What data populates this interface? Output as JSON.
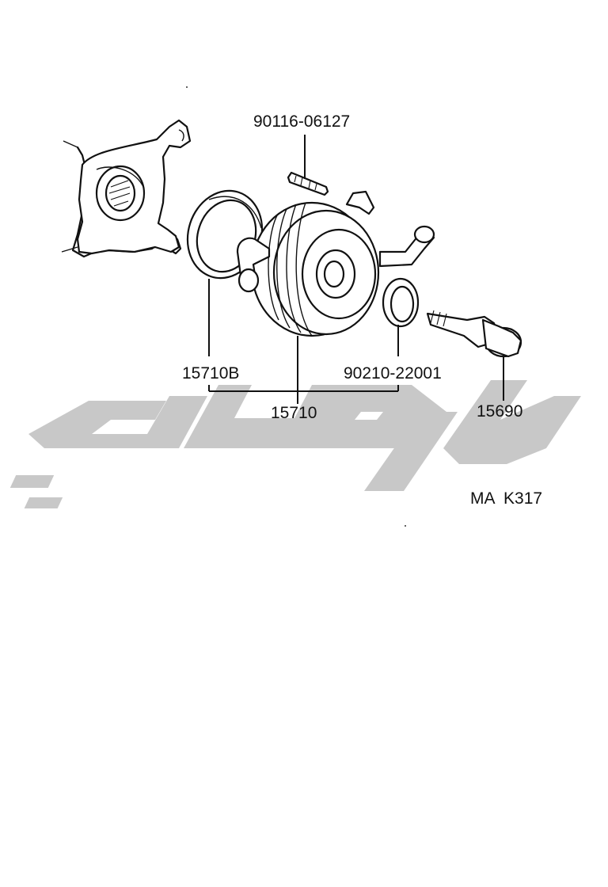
{
  "diagram": {
    "parts": [
      {
        "id": "bolt",
        "number": "90116-06127"
      },
      {
        "id": "gasket",
        "number": "15710B"
      },
      {
        "id": "oil_cooler",
        "number": "15710"
      },
      {
        "id": "oring",
        "number": "90210-22001"
      },
      {
        "id": "union_bolt",
        "number": "15690"
      }
    ],
    "reference_code": "MA  K317",
    "watermark_color": "#c8c8c8"
  }
}
